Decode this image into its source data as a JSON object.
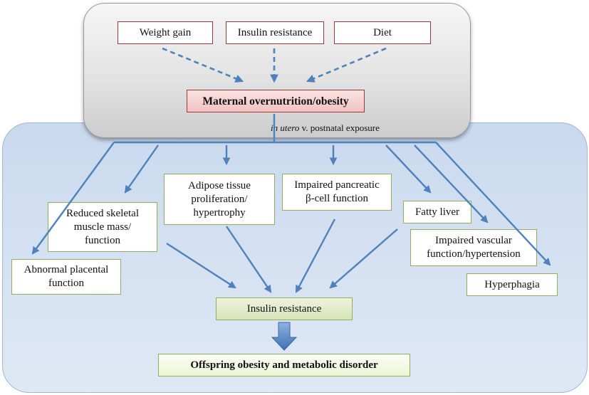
{
  "maternal_factors": {
    "weight_gain": "Weight gain",
    "insulin_resistance": "Insulin resistance",
    "diet": "Diet"
  },
  "maternal": {
    "label": "Maternal overnutrition/obesity"
  },
  "exposure": {
    "italic": "in utero",
    "rest": " v. postnatal exposure"
  },
  "effects": {
    "abnormal_placental": "Abnormal placental\nfunction",
    "skeletal_muscle": "Reduced skeletal\nmuscle mass/\nfunction",
    "adipose": "Adipose tissue\nproliferation/\nhypertrophy",
    "pancreatic": "Impaired pancreatic\nβ-cell function",
    "fatty_liver": "Fatty liver",
    "vascular": "Impaired vascular\nfunction/hypertension",
    "hyperphagia": "Hyperphagia"
  },
  "outcome": {
    "insulin_resistance": "Insulin resistance",
    "offspring": "Offspring obesity and metabolic disorder"
  },
  "colors": {
    "arrow": "#4f81bd",
    "box_border_red": "#a2373a",
    "box_border_green": "#8fb05a"
  }
}
